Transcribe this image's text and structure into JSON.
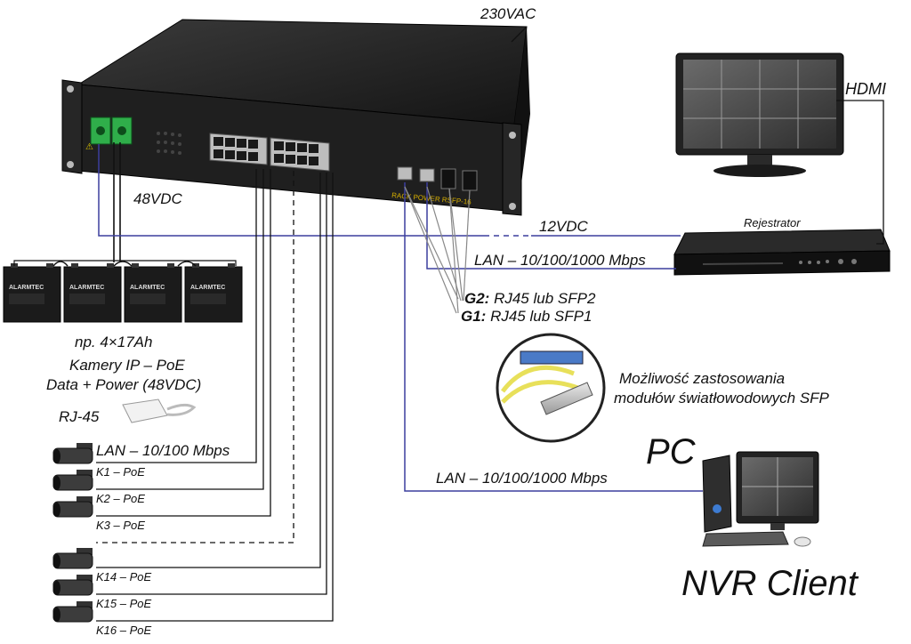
{
  "labels": {
    "vac": "230VAC",
    "hdmi": "HDMI",
    "vdc48": "48VDC",
    "vdc12": "12VDC",
    "recorder": "Rejestrator",
    "lan_gigabit_1": "LAN – 10/100/1000 Mbps",
    "g2_prefix": "G2:",
    "g2_text": "RJ45 lub SFP2",
    "g1_prefix": "G1:",
    "g1_text": "RJ45 lub SFP1",
    "battery_capacity": "np. 4×17Ah",
    "cameras_line1": "Kamery IP – PoE",
    "cameras_line2": "Data + Power (48VDC)",
    "rj45": "RJ-45",
    "sfp_line1": "Możliwość zastosowania",
    "sfp_line2": "modułów światłowodowych SFP",
    "lan_fast": "LAN – 10/100 Mbps",
    "lan_gigabit_2": "LAN – 10/100/1000 Mbps",
    "pc": "PC",
    "nvr_client": "NVR Client"
  },
  "switch": {
    "brand": "RACK POWER RSFP-16"
  },
  "batteries": {
    "brand": "ALARMTEC",
    "count": 4
  },
  "cameras": [
    {
      "label": "K1 – PoE"
    },
    {
      "label": "K2 – PoE"
    },
    {
      "label": "K3 – PoE"
    },
    {
      "label": "K14 – PoE"
    },
    {
      "label": "K15 – PoE"
    },
    {
      "label": "K16 – PoE"
    }
  ],
  "colors": {
    "power_line": "#3b3f9e",
    "lan_line": "#3b3f9e",
    "poe_line": "#111111",
    "chassis": "#1c1c1c",
    "terminal": "#2fae4a"
  }
}
